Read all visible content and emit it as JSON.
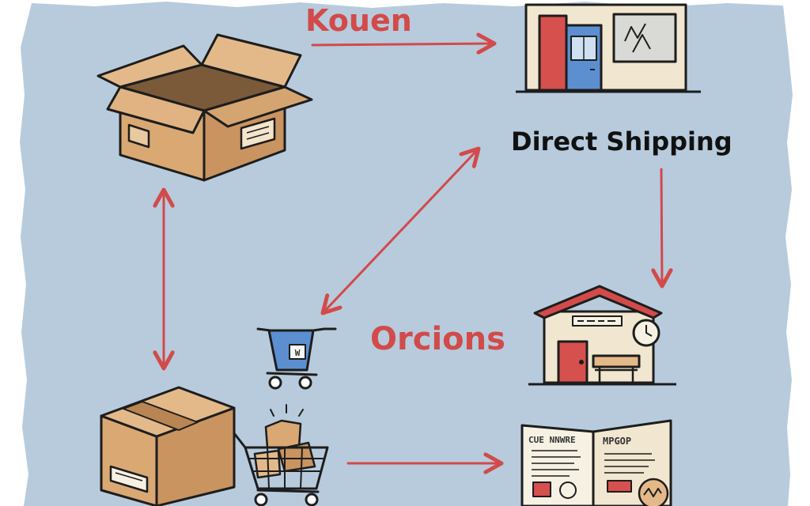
{
  "labels": {
    "top_arrow_label": "Kouen",
    "right_label": "Direct Shipping",
    "middle_label": "Orcions",
    "catalog_left_text": "CUE NNWRE",
    "catalog_right_text": "MPGOP",
    "cart_badge_text": "W"
  },
  "colors": {
    "background_paper": "#b7cbdc",
    "arrow": "#d24a4a",
    "box": "#d9a873",
    "box_shade": "#c28f5e",
    "outline": "#1d1d1d",
    "store_blue": "#5b8fd0",
    "wall": "#f1e6cf",
    "roof": "#d24a4a"
  },
  "icons": [
    "open-box-icon",
    "storefront-icon",
    "small-shop-icon",
    "shopping-cart-icon",
    "closed-box-icon",
    "full-cart-icon",
    "catalog-icon"
  ]
}
